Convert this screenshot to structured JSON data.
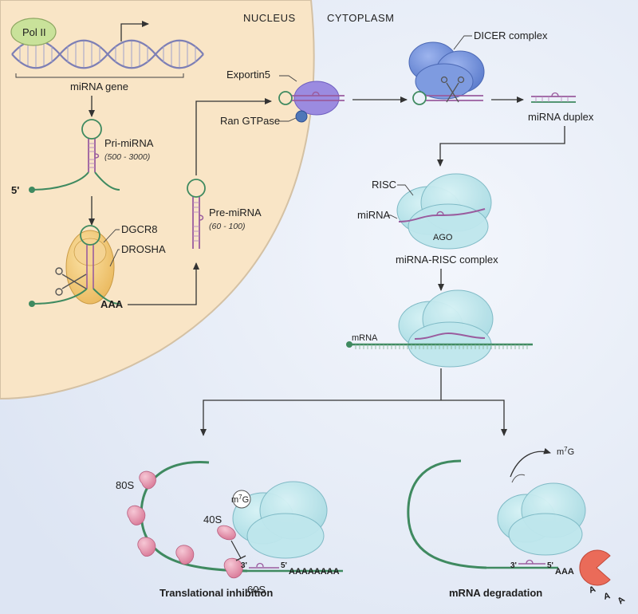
{
  "regions": {
    "nucleus": "NUCLEUS",
    "cytoplasm": "CYTOPLASM"
  },
  "labels": {
    "pol2": "Pol II",
    "mirna_gene": "miRNA gene",
    "pri_mirna": "Pri-miRNA",
    "pri_range": "(500 - 3000)",
    "five_prime": "5'",
    "dgcr8": "DGCR8",
    "drosha": "DROSHA",
    "aaa": "AAA",
    "pre_mirna": "Pre-miRNA",
    "pre_range": "(60 - 100)",
    "exportin": "Exportin5",
    "ran": "Ran GTPase",
    "dicer": "DICER complex",
    "duplex": "miRNA duplex",
    "risc": "RISC",
    "mirna": "miRNA",
    "ago": "AGO",
    "risc_complex": "miRNA-RISC complex",
    "mrna": "mRNA",
    "s80": "80S",
    "s40": "40S",
    "s60": "60S",
    "m7g_left": "m7G",
    "m7g_right": "m7G",
    "tail_left_3": "3'",
    "tail_left_5": "5'",
    "poly_a_left": "AAAAAAAA",
    "tail_right_3": "3'",
    "tail_right_5": "5'",
    "poly_a_right": "AAA",
    "loose_a": "A",
    "translational": "Translational inhibition",
    "degradation": "mRNA degradation"
  },
  "colors": {
    "nucleus_fill": "#f9e5c6",
    "nucleus_edge": "#d4c1a4",
    "cytoplasm_fill": "#e9eef8",
    "dna": "#7d7fb5",
    "rna_stem": "#9a5c9e",
    "green_rna": "#3f8a60",
    "pol2": "#c9e29a",
    "drosha": "#f0c978",
    "exportin": "#9b8be0",
    "ran": "#4f77b8",
    "dicer": "#6f8fd8",
    "risc": "#b9e6ec",
    "ribosome": "#e59ab2",
    "exonuclease": "#ea6b59"
  }
}
